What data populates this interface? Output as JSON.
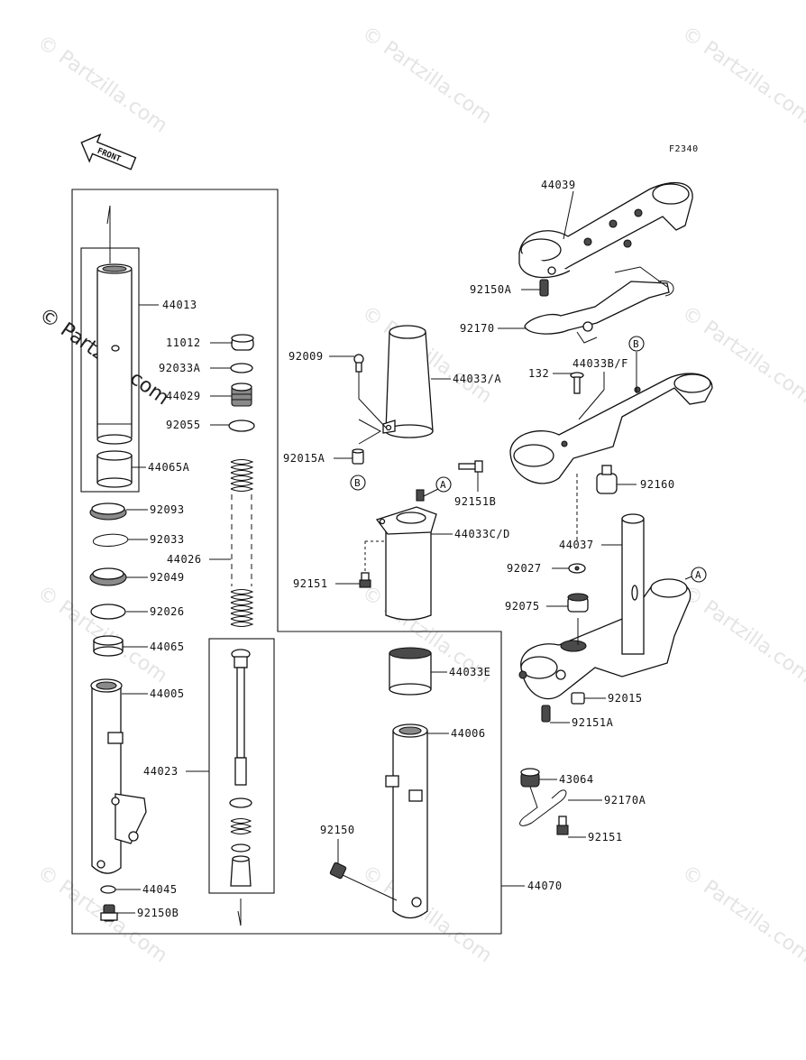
{
  "diagram": {
    "code": "F2340",
    "direction_arrow": "FRONT",
    "watermark": "© Partzilla.com",
    "labels": [
      {
        "id": "44039",
        "text": "44039"
      },
      {
        "id": "92150A",
        "text": "92150A"
      },
      {
        "id": "92170",
        "text": "92170"
      },
      {
        "id": "44013",
        "text": "44013"
      },
      {
        "id": "11012",
        "text": "11012"
      },
      {
        "id": "92033A",
        "text": "92033A"
      },
      {
        "id": "44029",
        "text": "44029"
      },
      {
        "id": "92055",
        "text": "92055"
      },
      {
        "id": "44065A",
        "text": "44065A"
      },
      {
        "id": "92009",
        "text": "92009"
      },
      {
        "id": "44033_A",
        "text": "44033/A"
      },
      {
        "id": "92015A",
        "text": "92015A"
      },
      {
        "id": "132",
        "text": "132"
      },
      {
        "id": "44033B_F",
        "text": "44033B/F"
      },
      {
        "id": "92151B",
        "text": "92151B"
      },
      {
        "id": "92160",
        "text": "92160"
      },
      {
        "id": "44033C_D",
        "text": "44033C/D"
      },
      {
        "id": "92093",
        "text": "92093"
      },
      {
        "id": "92033",
        "text": "92033"
      },
      {
        "id": "44026",
        "text": "44026"
      },
      {
        "id": "92049",
        "text": "92049"
      },
      {
        "id": "92026",
        "text": "92026"
      },
      {
        "id": "44065",
        "text": "44065"
      },
      {
        "id": "92151_mid",
        "text": "92151"
      },
      {
        "id": "44037",
        "text": "44037"
      },
      {
        "id": "92027",
        "text": "92027"
      },
      {
        "id": "92075",
        "text": "92075"
      },
      {
        "id": "44033E",
        "text": "44033E"
      },
      {
        "id": "44005",
        "text": "44005"
      },
      {
        "id": "92015",
        "text": "92015"
      },
      {
        "id": "92151A",
        "text": "92151A"
      },
      {
        "id": "44006",
        "text": "44006"
      },
      {
        "id": "44023",
        "text": "44023"
      },
      {
        "id": "43064",
        "text": "43064"
      },
      {
        "id": "92170A",
        "text": "92170A"
      },
      {
        "id": "92151_low",
        "text": "92151"
      },
      {
        "id": "92150",
        "text": "92150"
      },
      {
        "id": "44045",
        "text": "44045"
      },
      {
        "id": "44070",
        "text": "44070"
      },
      {
        "id": "92150B",
        "text": "92150B"
      }
    ],
    "markers": [
      {
        "id": "B_top",
        "text": "B"
      },
      {
        "id": "B_low",
        "text": "B"
      },
      {
        "id": "A_mid",
        "text": "A"
      },
      {
        "id": "A_right",
        "text": "A"
      }
    ]
  }
}
